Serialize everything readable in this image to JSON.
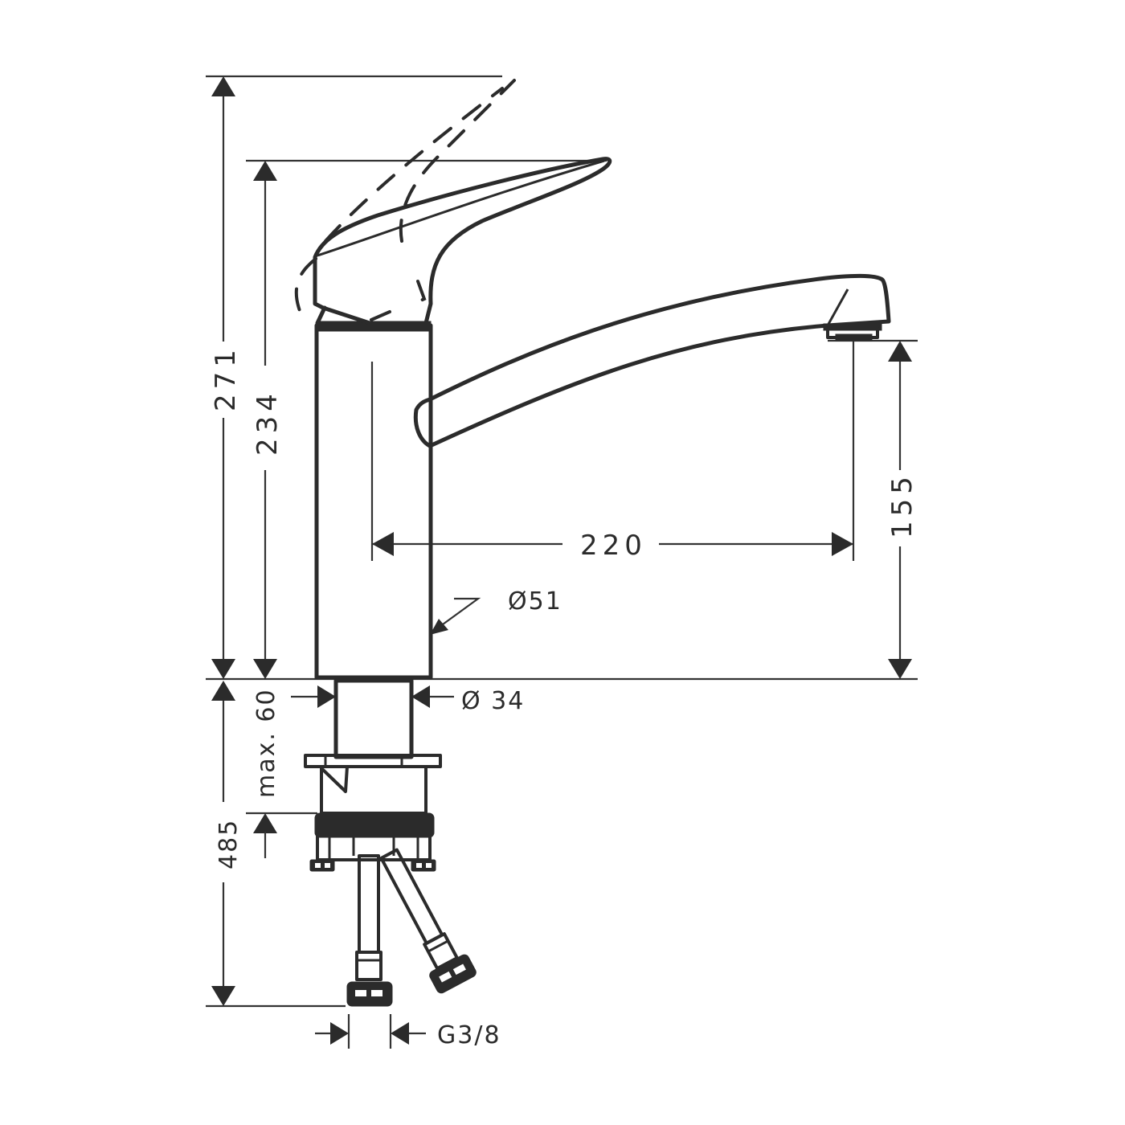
{
  "drawing": {
    "subject": "Single-lever kitchen mixer tap – dimensional drawing",
    "line_color": "#2b2b2b",
    "background": "#ffffff"
  },
  "dimensions": {
    "total_height": "271",
    "body_height": "234",
    "spout_height": "155",
    "spout_reach": "220",
    "body_diameter": "Ø51",
    "shank_diameter": "Ø 34",
    "max_counter_thickness": "max. 60",
    "hose_length": "485",
    "connection_thread": "G3/8"
  }
}
